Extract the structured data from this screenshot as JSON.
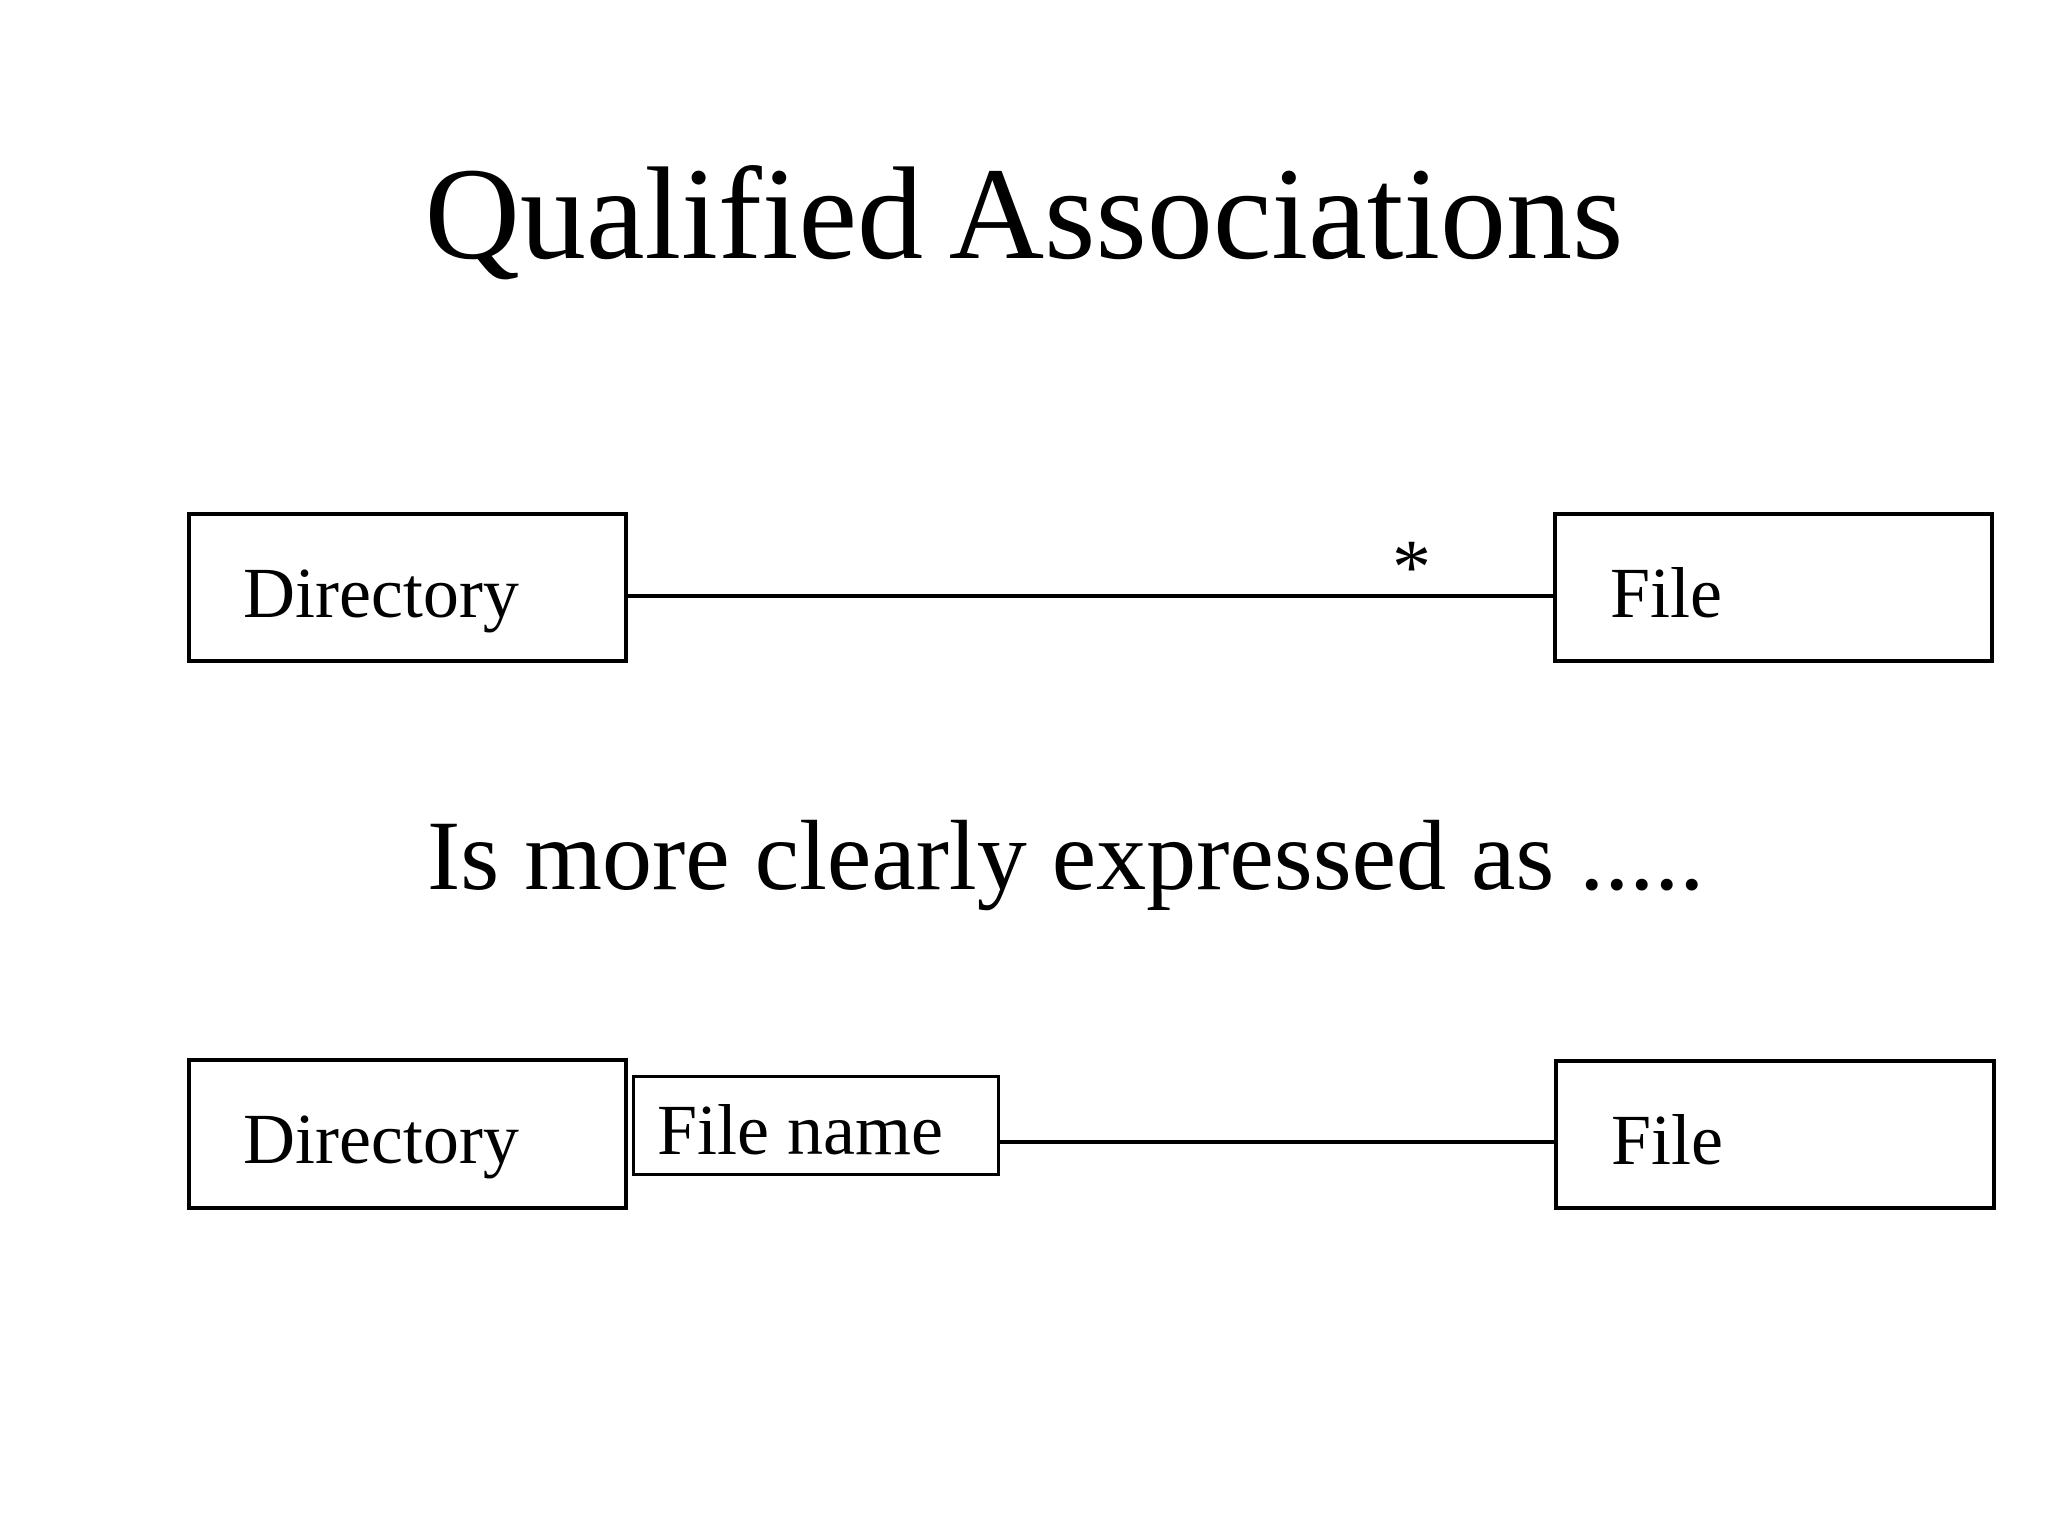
{
  "slide": {
    "title": "Qualified Associations",
    "caption": "Is more clearly expressed as .....",
    "colors": {
      "background": "#ffffff",
      "ink": "#000000"
    },
    "top_diagram": {
      "left_class": "Directory",
      "right_class": "File",
      "multiplicity": "*"
    },
    "bottom_diagram": {
      "left_class": "Directory",
      "qualifier": "File name",
      "right_class": "File"
    }
  }
}
